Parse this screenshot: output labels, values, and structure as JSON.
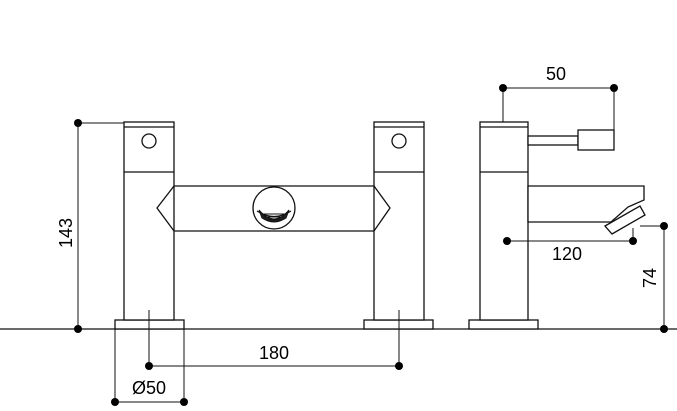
{
  "dimensions": {
    "height_total": "143",
    "spout_height": "74",
    "handle_reach": "50",
    "spout_reach": "120",
    "centers": "180",
    "diameter": "Ø50"
  }
}
